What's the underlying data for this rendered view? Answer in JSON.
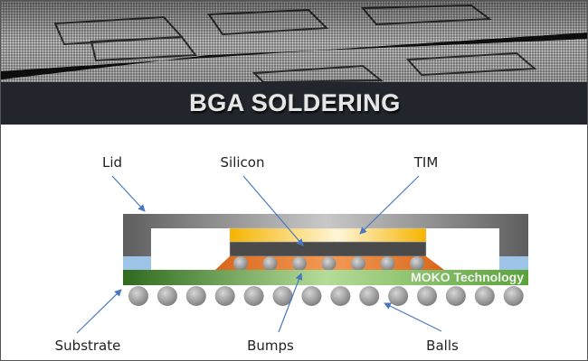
{
  "banner": {
    "title": "BGA SOLDERING"
  },
  "diagram": {
    "labels": {
      "lid": "Lid",
      "silicon": "Silicon",
      "tim": "TIM",
      "substrate": "Substrate",
      "bumps": "Bumps",
      "balls": "Balls"
    },
    "watermark": "MOKO Technology",
    "bump_count": 7,
    "ball_count": 14,
    "colors": {
      "lid": "#6b6b6b",
      "tim": "#f7b500",
      "silicon": "#4a4a4a",
      "underfill": "#e8711f",
      "substrate": "#5aa23a",
      "pad": "#9dc3e6",
      "arrow": "#4a78c0"
    }
  }
}
